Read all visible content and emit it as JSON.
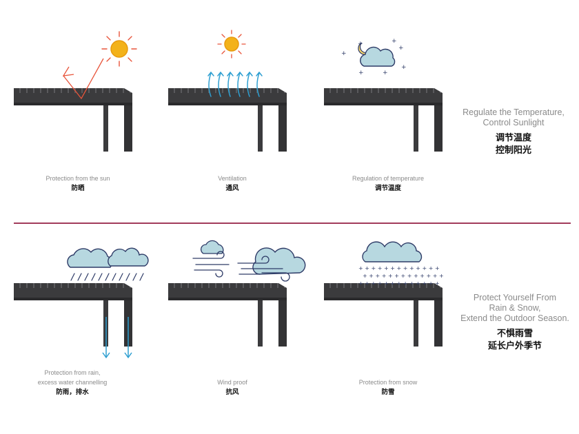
{
  "top_section": {
    "features": [
      {
        "en": "Protection from the sun",
        "cn": "防晒",
        "icon": "sun-icon"
      },
      {
        "en": "Ventilation",
        "cn": "通风",
        "icon": "airflow-arrows-icon"
      },
      {
        "en": "Regulation of temperature",
        "cn": "调节温度",
        "icon": "night-cloud-icon"
      }
    ],
    "summary": {
      "en_line1": "Regulate the Temperature,",
      "en_line2": "Control Sunlight",
      "cn_line1": "调节温度",
      "cn_line2": "控制阳光"
    }
  },
  "bottom_section": {
    "features": [
      {
        "en_line1": "Protection from rain,",
        "en_line2": "excess water channelling",
        "cn": "防雨，排水",
        "icon": "rain-cloud-icon"
      },
      {
        "en": "Wind proof",
        "cn": "抗风",
        "icon": "wind-icon"
      },
      {
        "en": "Protection from snow",
        "cn": "防雪",
        "icon": "snow-cloud-icon"
      }
    ],
    "summary": {
      "en_line1": "Protect Yourself From",
      "en_line2": "Rain & Snow,",
      "en_line3": "Extend the Outdoor Season.",
      "cn_line1": "不惧雨雪",
      "cn_line2": "延长户外季节"
    }
  },
  "colors": {
    "pergola": "#3b3b3d",
    "sun": "#f3b21a",
    "ray": "#e8543a",
    "cloud": "#b7d8e0",
    "cloud_outline": "#2d3a66",
    "water": "#2e9fd1",
    "divider": "#a13a5a"
  }
}
